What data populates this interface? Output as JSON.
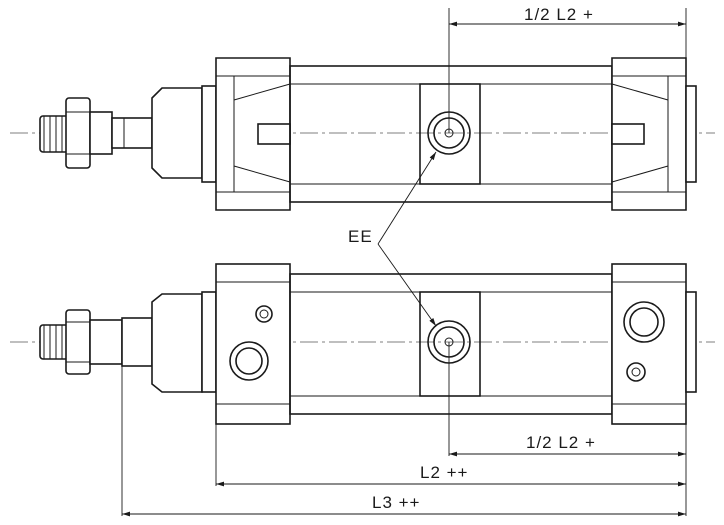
{
  "labels": {
    "half_l2_top": "1/2 L2 +",
    "half_l2_bottom": "1/2 L2 +",
    "l2": "L2 ++",
    "l3": "L3 ++",
    "port": "EE"
  },
  "colors": {
    "line": "#1a1a1a",
    "centerline": "#555555",
    "background": "#ffffff"
  }
}
